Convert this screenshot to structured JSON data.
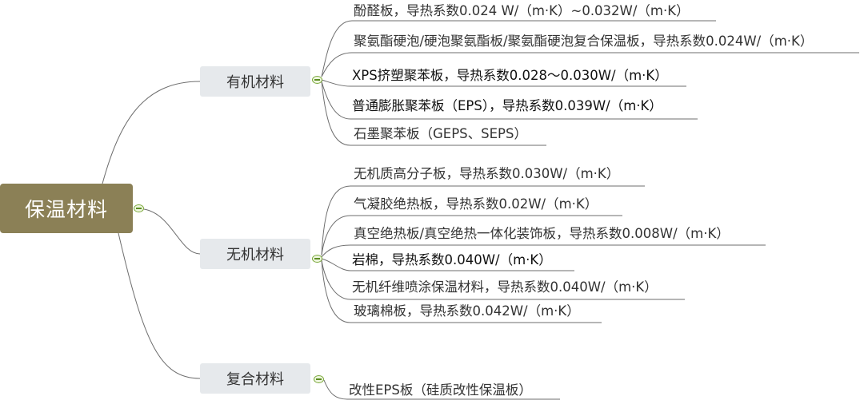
{
  "root": {
    "label": "保温材料"
  },
  "branches": [
    {
      "label": "有机材料",
      "items": [
        "酚醛板，导热系数0.024 W/（m·K）~0.032W/（m·K）",
        "聚氨酯硬泡/硬泡聚氨酯板/聚氨酯硬泡复合保温板，导热系数0.024W/（m·K）",
        "XPS挤塑聚苯板，导热系数0.028～0.030W/（m·K）",
        "普通膨胀聚苯板（EPS），导热系数0.039W/（m·K）",
        "石墨聚苯板（GEPS、SEPS）"
      ]
    },
    {
      "label": "无机材料",
      "items": [
        "无机质高分子板，导热系数0.030W/（m·K）",
        "气凝胶绝热板，导热系数0.02W/（m·K）",
        "真空绝热板/真空绝热一体化装饰板，导热系数0.008W/（m·K）",
        "岩棉，导热系数0.040W/（m·K）",
        "无机纤维喷涂保温材料，导热系数0.040W/（m·K）",
        "玻璃棉板，导热系数0.042W/（m·K）"
      ]
    },
    {
      "label": "复合材料",
      "items": [
        "改性EPS板（硅质改性保温板）"
      ]
    }
  ],
  "colors": {
    "root_fill": "#8b8056",
    "branch_fill": "#e6e9ec",
    "line": "#6e6e6e",
    "collapse_icon": "#7aa83a"
  }
}
